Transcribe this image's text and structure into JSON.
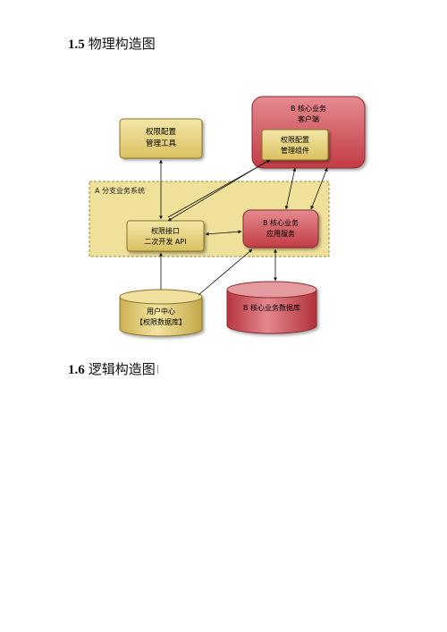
{
  "section1": {
    "number": "1.5",
    "title": "物理构造图"
  },
  "section2": {
    "number": "1.6",
    "title": "逻辑构造图"
  },
  "diagram": {
    "tool_line1": "权限配置",
    "tool_line2": "管理工具",
    "client_line1": "B 核心业务",
    "client_line2": "客户端",
    "client_inner_line1": "权限配置",
    "client_inner_line2": "管理组件",
    "system_label": "A 分支业务系统",
    "api_line1": "权限接口",
    "api_line2": "二次开发 API",
    "service_line1": "B 核心业务",
    "service_line2": "应用服务",
    "usercenter_line1": "用户中心",
    "usercenter_line2": "【权限数据库】",
    "bdb_label": "B 核心业务数据库"
  },
  "colors": {
    "gold": "#e8d586",
    "gold_stroke": "#8a7428",
    "system_fill": "#efe09a",
    "red": "#cc4a52",
    "red_light": "#e7a0a4",
    "red_stroke": "#8d2a30"
  }
}
